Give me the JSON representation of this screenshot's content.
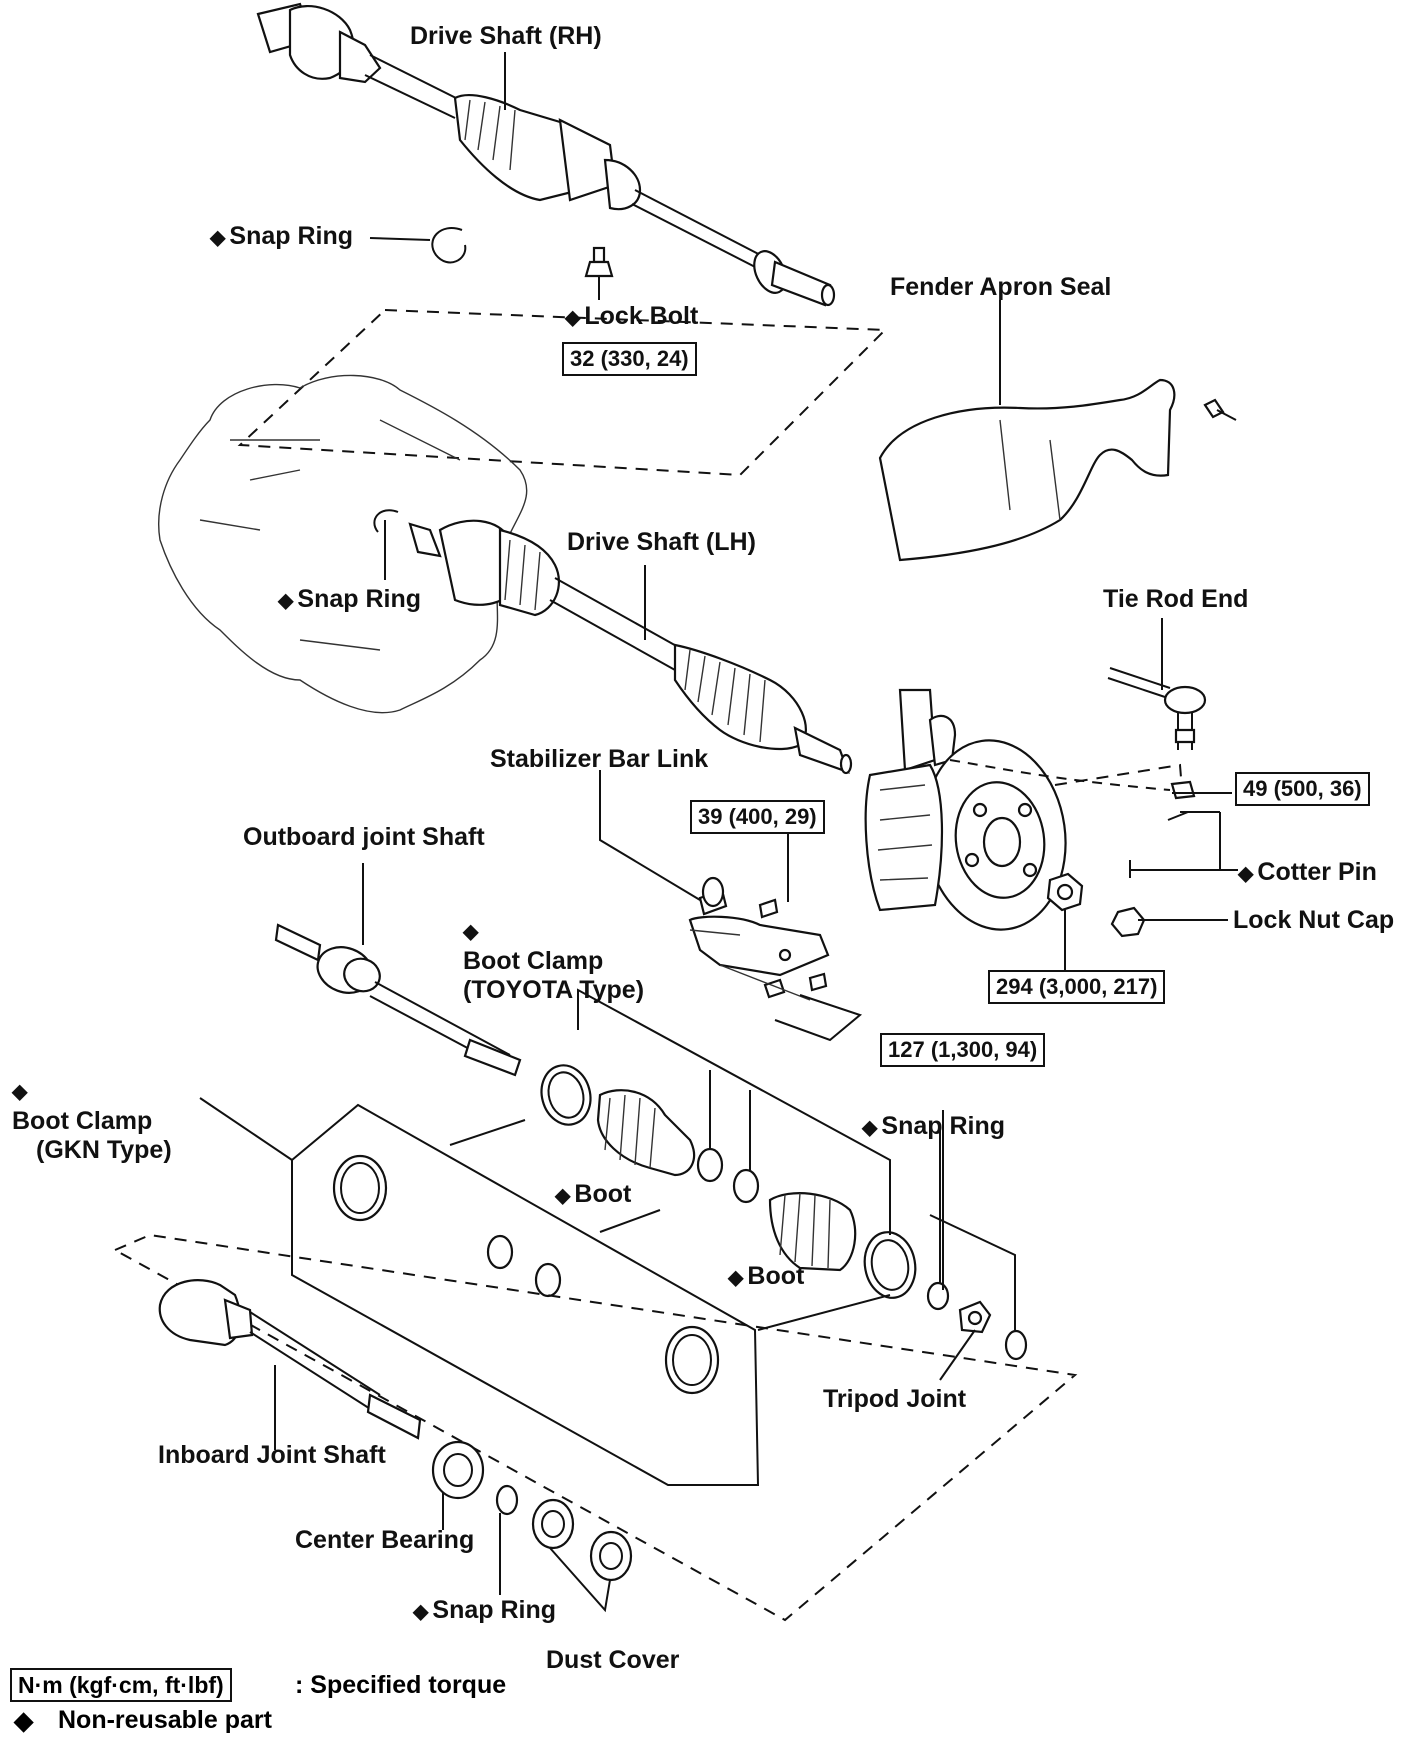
{
  "labels": {
    "drive_shaft_rh": "Drive Shaft (RH)",
    "snap_ring_top": "Snap Ring",
    "lock_bolt": "Lock Bolt",
    "fender_apron_seal": "Fender Apron Seal",
    "drive_shaft_lh": "Drive Shaft (LH)",
    "snap_ring_lh": "Snap Ring",
    "tie_rod_end": "Tie Rod End",
    "stabilizer_bar_link": "Stabilizer Bar Link",
    "outboard_joint_shaft": "Outboard joint Shaft",
    "cotter_pin": "Cotter Pin",
    "lock_nut_cap": "Lock Nut Cap",
    "boot_clamp_toyota_1": "Boot Clamp",
    "boot_clamp_toyota_2": "(TOYOTA Type)",
    "boot_clamp_gkn_1": "Boot Clamp",
    "boot_clamp_gkn_2": "(GKN Type)",
    "snap_ring_right": "Snap Ring",
    "boot_1": "Boot",
    "boot_2": "Boot",
    "tripod_joint": "Tripod Joint",
    "inboard_joint_shaft": "Inboard Joint Shaft",
    "center_bearing": "Center Bearing",
    "snap_ring_bottom": "Snap Ring",
    "dust_cover": "Dust Cover"
  },
  "torques": {
    "lock_bolt": "32 (330, 24)",
    "tie_rod_nut": "49 (500, 36)",
    "stabilizer_nut": "39 (400, 29)",
    "hub_nut": "294 (3,000, 217)",
    "mount_bolts": "127 (1,300, 94)"
  },
  "non_reusable_marker": "◆",
  "legend": {
    "torque_units": "N·m (kgf·cm, ft·lbf)",
    "torque_desc": ":  Specified torque",
    "marker": "◆",
    "marker_desc": "Non-reusable part"
  }
}
